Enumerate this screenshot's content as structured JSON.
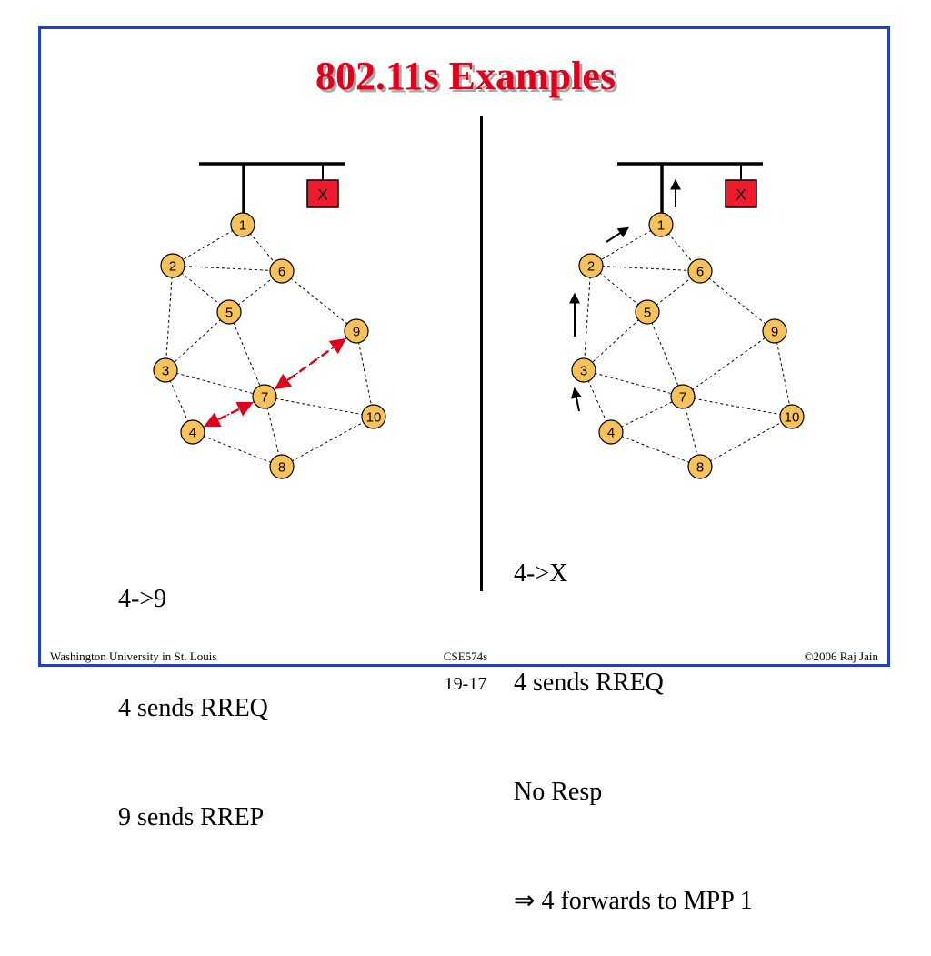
{
  "title": "802.11s Examples",
  "colors": {
    "frame": "#1f3fd0",
    "title": "#e0001b",
    "node_fill": "#f7c15c",
    "portal_fill": "#ee1c2e",
    "rreq_arrow": "#e0001b"
  },
  "diagram": {
    "nodes": [
      "1",
      "2",
      "3",
      "4",
      "5",
      "6",
      "7",
      "8",
      "9",
      "10"
    ],
    "links": [
      [
        "1",
        "2"
      ],
      [
        "1",
        "6"
      ],
      [
        "2",
        "6"
      ],
      [
        "2",
        "5"
      ],
      [
        "2",
        "3"
      ],
      [
        "5",
        "6"
      ],
      [
        "5",
        "3"
      ],
      [
        "5",
        "7"
      ],
      [
        "6",
        "9"
      ],
      [
        "3",
        "7"
      ],
      [
        "3",
        "4"
      ],
      [
        "4",
        "7"
      ],
      [
        "4",
        "8"
      ],
      [
        "7",
        "9"
      ],
      [
        "7",
        "10"
      ],
      [
        "7",
        "8"
      ],
      [
        "9",
        "10"
      ],
      [
        "8",
        "10"
      ]
    ],
    "portal_label": "X"
  },
  "left_example": {
    "caption": [
      "4->9",
      "4 sends RREQ",
      "9 sends RREP"
    ],
    "path": [
      "4",
      "7",
      "9"
    ]
  },
  "right_example": {
    "caption": [
      "4->X",
      "4 sends RREQ",
      "No Resp",
      "⇒ 4 forwards to MPP 1"
    ],
    "path": [
      "4",
      "3",
      "2",
      "1"
    ]
  },
  "footer": {
    "left": "Washington University in St. Louis",
    "center": "CSE574s",
    "right": "©2006 Raj Jain"
  },
  "page_number": "19-17"
}
